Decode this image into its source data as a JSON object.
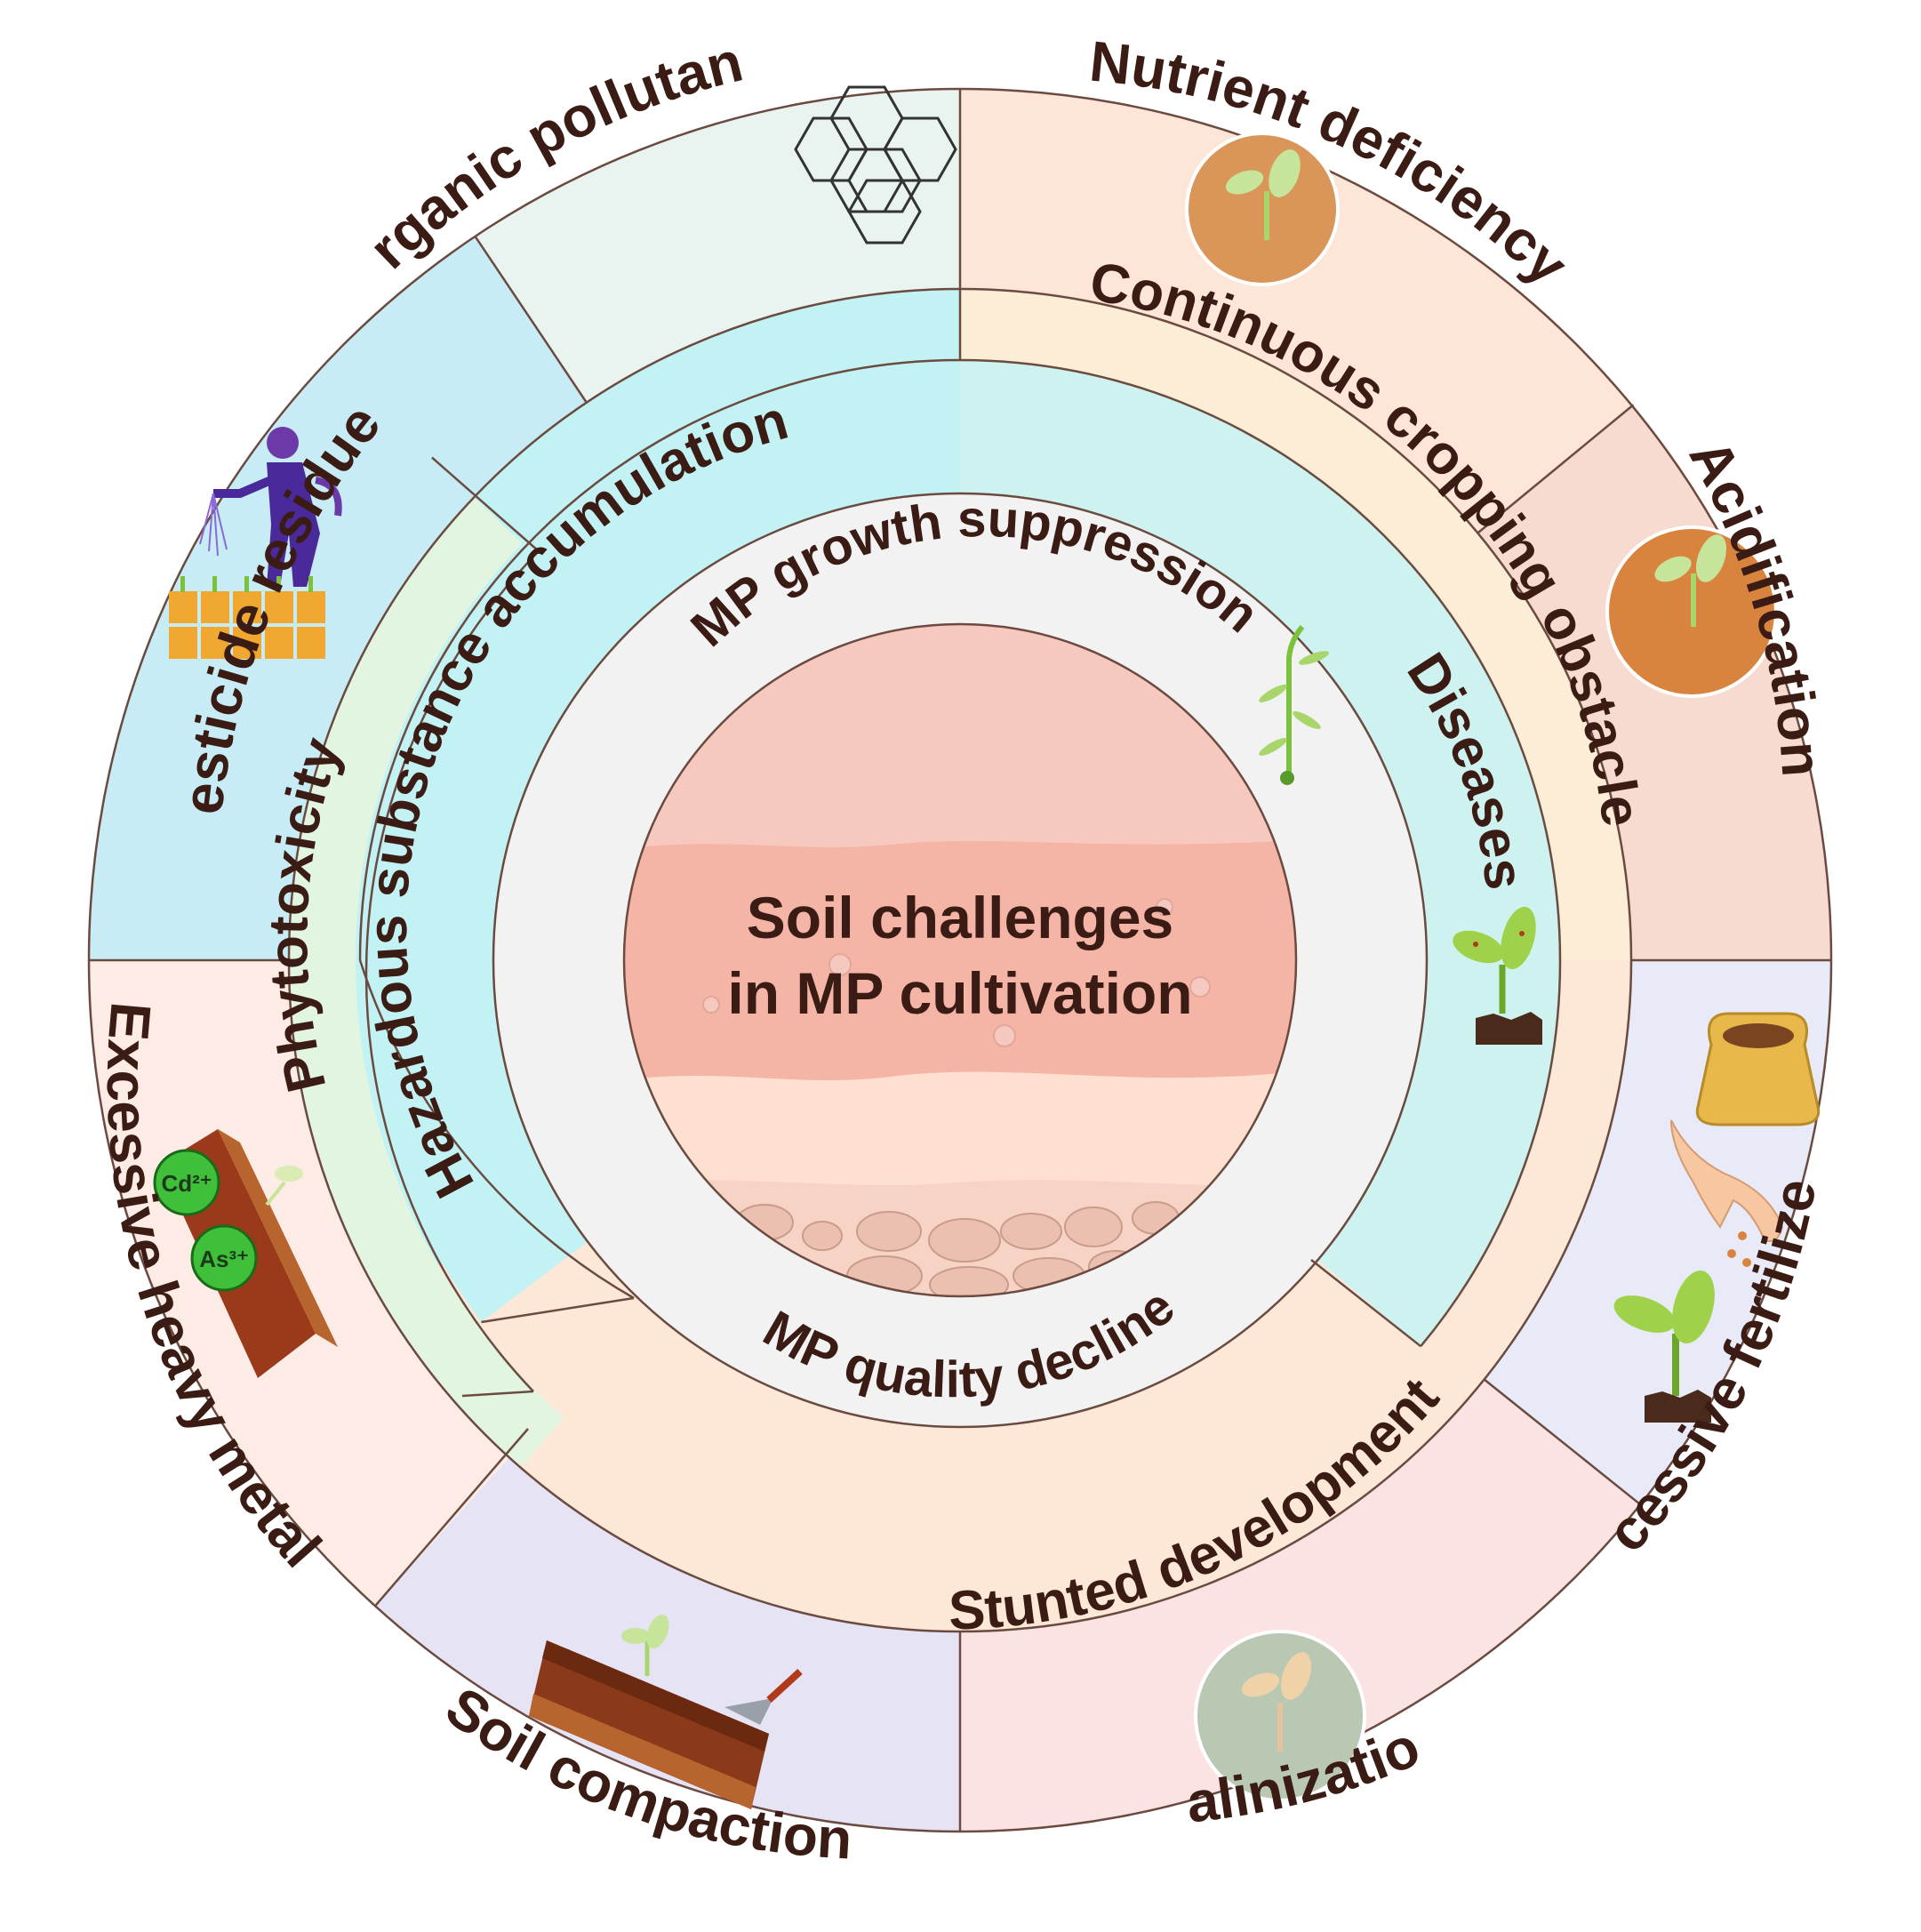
{
  "center": {
    "line1": "Soil challenges",
    "line2": "in MP cultivation"
  },
  "inner_ring": {
    "top": "MP growth suppression",
    "bottom": "MP quality decline"
  },
  "middle_ring": {
    "hazardous": "Hazardous substance accumulation",
    "phytotoxicity": "Phytotoxicity",
    "continuous": "Continuous cropping obstacle",
    "diseases": "Diseases",
    "stunted": "Stunted development"
  },
  "outer_ring": {
    "organic": "Organic pollutant",
    "nutrient": "Nutrient deficiency",
    "acidification": "Acidification",
    "fertilizers": "Excessive fertilizers",
    "salinization": "Salinization",
    "compaction": "Soil compaction",
    "heavy_metals": "Excessive heavy metals",
    "pesticide": "Pesticide residues"
  },
  "ions": {
    "cd": "Cd²⁺",
    "as": "As³⁺"
  },
  "colors": {
    "organic": "#e9f4f1",
    "nutrient": "#fde5d8",
    "acidification": "#f7dbd0",
    "fertilizers": "#e8eaf8",
    "salinization": "#fbe3e3",
    "compaction": "#e6e3f5",
    "heavy_metals": "#fdebe5",
    "pesticide": "#c8ecf5",
    "hazardous": "#c2f2f3",
    "phytotoxicity": "#e2f5e0",
    "continuous": "#fbedd6",
    "diseases": "#cdf2ef",
    "stunted": "#fde8d8",
    "inner_ring": "#f2f2f2",
    "soil_top": "#f7c9be",
    "soil_mid": "#f5b5a6",
    "soil_low": "#fbdcca",
    "soil_base": "#f6d3c4"
  }
}
